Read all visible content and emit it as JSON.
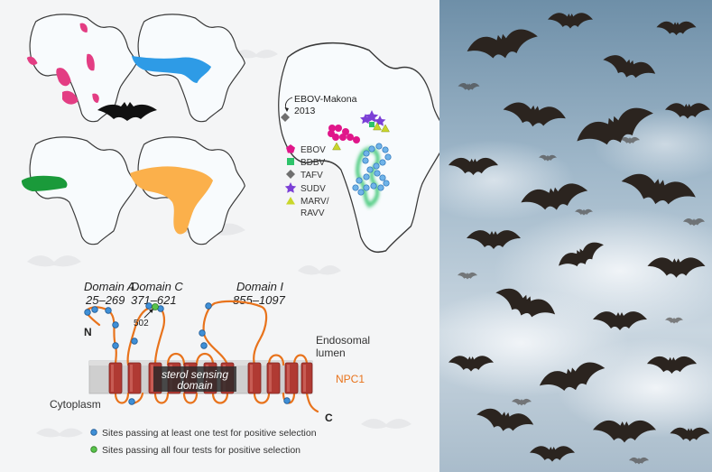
{
  "map": {
    "annotation": "EBOV-Makona",
    "annotation_year": "2013",
    "legend": [
      {
        "label": "EBOV",
        "marker": "pentagon",
        "color": "#e0168a"
      },
      {
        "label": "BDBV",
        "marker": "square",
        "color": "#2ec36a"
      },
      {
        "label": "TAFV",
        "marker": "diamond",
        "color": "#6f6f6f"
      },
      {
        "label": "SUDV",
        "marker": "star",
        "color": "#7b3fd6"
      },
      {
        "label": "MARV/",
        "marker": "triangle",
        "color": "#c9d62b"
      },
      {
        "label": "RAVV",
        "marker": "none",
        "color": "#ffffff"
      }
    ]
  },
  "diagram": {
    "domains": [
      {
        "name": "Domain A",
        "range": "25–269"
      },
      {
        "name": "Domain C",
        "range": "371–621"
      },
      {
        "name": "Domain I",
        "range": "855–1097"
      }
    ],
    "site_label": "502",
    "n_terminus": "N",
    "c_terminus": "C",
    "compartment_top_1": "Endosomal",
    "compartment_top_2": "lumen",
    "compartment_bottom": "Cytoplasm",
    "protein_label": "NPC1",
    "ssd_label_1": "sterol sensing",
    "ssd_label_2": "domain",
    "legend": [
      {
        "label": "Sites passing at least one test for positive selection",
        "color": "#3f8fd6"
      },
      {
        "label": "Sites passing all four tests for positive selection",
        "color": "#58c24a"
      }
    ]
  },
  "colors": {
    "ebov_range": "#e33d83",
    "range_blue": "#2e9be6",
    "range_green": "#1a9a3a",
    "range_orange": "#fbb04b",
    "loop": "#e8731c",
    "helix": "#b03a33",
    "membrane": "#cfcfcf"
  }
}
